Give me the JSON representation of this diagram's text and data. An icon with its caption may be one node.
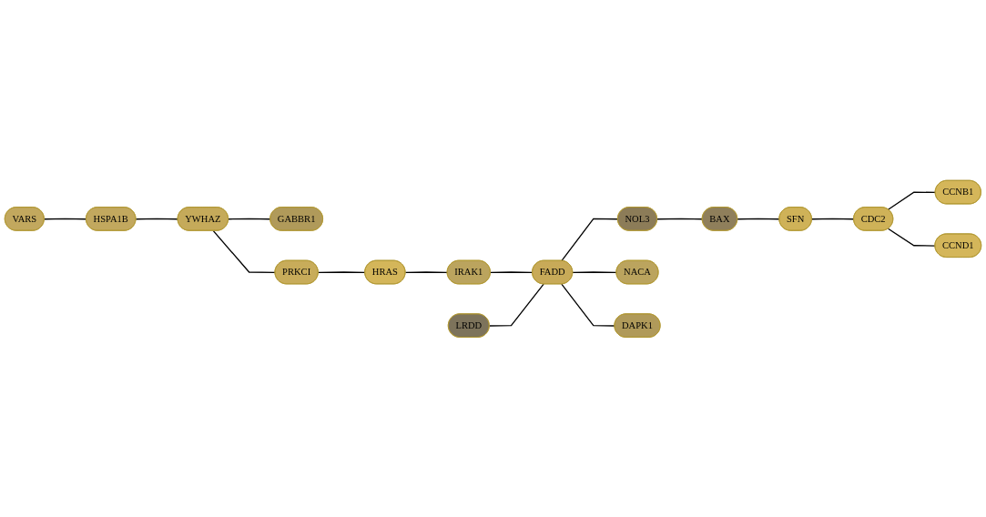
{
  "diagram": {
    "nodes": [
      {
        "text": [
          "VARS"
        ]
      },
      {
        "text": [
          "HSPA1B"
        ]
      },
      {
        "text": [
          "YWHAZ"
        ]
      },
      {
        "text": [
          "GABBR1"
        ]
      },
      {
        "text": [
          "PRKCI"
        ]
      },
      {
        "text": [
          "HRAS"
        ]
      },
      {
        "text": [
          "LRDD"
        ]
      },
      {
        "text": [
          "IRAK1"
        ]
      },
      {
        "text": [
          "FADD"
        ]
      },
      {
        "text": [
          "NOL3"
        ]
      },
      {
        "text": [
          "BAX"
        ]
      },
      {
        "text": [
          "SFN"
        ]
      },
      {
        "text": [
          "CDC2"
        ]
      },
      {
        "text": [
          "CCNB1"
        ]
      },
      {
        "text": [
          "CCND1"
        ]
      },
      {
        "text": [
          "NACA"
        ]
      },
      {
        "text": [
          "DAPK1"
        ]
      }
    ],
    "edges": [
      {
        "from": 0,
        "to": 1,
        "arrow": "none"
      },
      {
        "from": 1,
        "to": 2,
        "arrow": "none"
      },
      {
        "from": 2,
        "to": 3,
        "arrow": "none"
      },
      {
        "from": 2,
        "to": 4,
        "arrow": "none"
      },
      {
        "from": 4,
        "to": 5,
        "arrow": "none"
      },
      {
        "from": 5,
        "to": 7,
        "arrow": "none"
      },
      {
        "from": 7,
        "to": 8,
        "arrow": "none"
      },
      {
        "from": 6,
        "to": 8,
        "arrow": "none"
      },
      {
        "from": 8,
        "to": 9,
        "arrow": "none"
      },
      {
        "from": 9,
        "to": 10,
        "arrow": "none"
      },
      {
        "from": 10,
        "to": 11,
        "arrow": "none"
      },
      {
        "from": 11,
        "to": 12,
        "arrow": "none"
      },
      {
        "from": 12,
        "to": 13,
        "arrow": "none"
      },
      {
        "from": 12,
        "to": 14,
        "arrow": "none"
      },
      {
        "from": 8,
        "to": 15,
        "arrow": "none"
      },
      {
        "from": 8,
        "to": 16,
        "arrow": "none"
      }
    ]
  }
}
